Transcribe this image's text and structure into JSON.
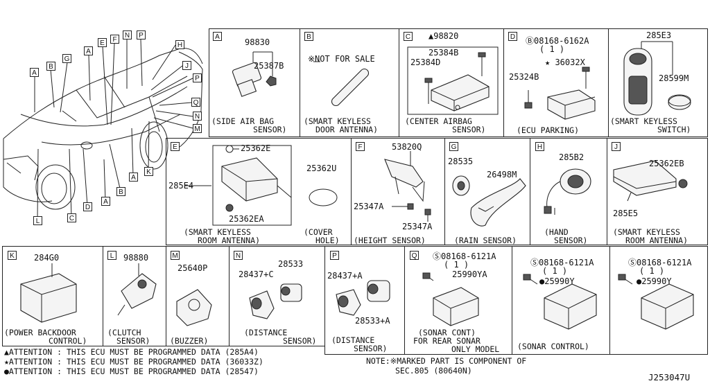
{
  "car": {
    "callouts": [
      "A",
      "B",
      "G",
      "A",
      "E",
      "F",
      "N",
      "P",
      "H",
      "J",
      "P",
      "Q",
      "N",
      "M",
      "K",
      "A",
      "B",
      "A",
      "D",
      "C",
      "L"
    ]
  },
  "panels": {
    "A": {
      "letter": "A",
      "parts": [
        "98830",
        "25387B"
      ],
      "caption": [
        "(SIDE AIR BAG",
        "SENSOR)"
      ]
    },
    "B": {
      "letter": "B",
      "note": "※NOT FOR SALE",
      "caption": [
        "(SMART KEYLESS",
        "DOOR ANTENNA)"
      ]
    },
    "C": {
      "letter": "C",
      "parts": [
        "▲98820",
        "25384B",
        "25384D"
      ],
      "caption": [
        "(CENTER AIRBAG",
        "SENSOR)"
      ]
    },
    "D": {
      "letter": "D",
      "parts": [
        "Ⓑ08168-6162A",
        "( 1 )",
        "★ 36032X",
        "25324B"
      ],
      "caption": [
        "(ECU PARKING)"
      ]
    },
    "E_key": {
      "parts": [
        "285E3",
        "28599M"
      ],
      "caption": [
        "(SMART KEYLESS",
        "SWITCH)"
      ]
    },
    "E": {
      "letter": "E",
      "parts": [
        "25362E",
        "285E4",
        "25362EA",
        "25362U"
      ],
      "caption": [
        "(SMART KEYLESS",
        "ROOM ANTENNA)"
      ],
      "caption2": [
        "(COVER",
        "HOLE)"
      ]
    },
    "F": {
      "letter": "F",
      "parts": [
        "53820Q",
        "25347A",
        "25347A"
      ],
      "caption": [
        "(HEIGHT SENSOR)"
      ]
    },
    "G": {
      "letter": "G",
      "parts": [
        "28535",
        "26498M"
      ],
      "caption": [
        "(RAIN SENSOR)"
      ]
    },
    "H": {
      "letter": "H",
      "parts": [
        "285B2"
      ],
      "caption": [
        "(HAND",
        "SENSOR)"
      ]
    },
    "J": {
      "letter": "J",
      "parts": [
        "25362EB",
        "285E5"
      ],
      "caption": [
        "(SMART KEYLESS",
        "ROOM ANTENNA)"
      ]
    },
    "K": {
      "letter": "K",
      "parts": [
        "284G0"
      ],
      "caption": [
        "(POWER BACKDOOR",
        "CONTROL)"
      ]
    },
    "L": {
      "letter": "L",
      "parts": [
        "98880"
      ],
      "caption": [
        "(CLUTCH",
        "SENSOR)"
      ]
    },
    "M": {
      "letter": "M",
      "parts": [
        "25640P"
      ],
      "caption": [
        "(BUZZER)"
      ]
    },
    "N": {
      "letter": "N",
      "parts": [
        "28533",
        "28437+C"
      ],
      "caption": [
        "(DISTANCE",
        "SENSOR)"
      ]
    },
    "P": {
      "letter": "P",
      "parts": [
        "28437+A",
        "28533+A"
      ],
      "caption": [
        "(DISTANCE",
        "SENSOR)"
      ]
    },
    "Q": {
      "letter": "Q",
      "parts": [
        "Ⓢ08168-6121A",
        "( 1 )",
        "25990YA"
      ],
      "caption": [
        "(SONAR CONT)",
        "FOR REAR SONAR",
        "ONLY MODEL"
      ]
    },
    "S1": {
      "parts": [
        "Ⓢ08168-6121A",
        "( 1 )",
        "●25990Y"
      ],
      "caption": [
        "(SONAR CONTROL)"
      ]
    },
    "S2": {
      "parts": [
        "Ⓢ08168-6121A",
        "( 1 )",
        "●25990Y"
      ]
    }
  },
  "attention": [
    "▲ATTENTION : THIS ECU MUST BE PROGRAMMED DATA (285A4)",
    "★ATTENTION : THIS ECU MUST BE PROGRAMMED DATA (36033Z)",
    "●ATTENTION : THIS ECU MUST BE PROGRAMMED DATA (28547)"
  ],
  "note": [
    "NOTE:※MARKED PART IS COMPONENT OF",
    "SEC.805 (80640N)"
  ],
  "diagram_id": "J253047U"
}
